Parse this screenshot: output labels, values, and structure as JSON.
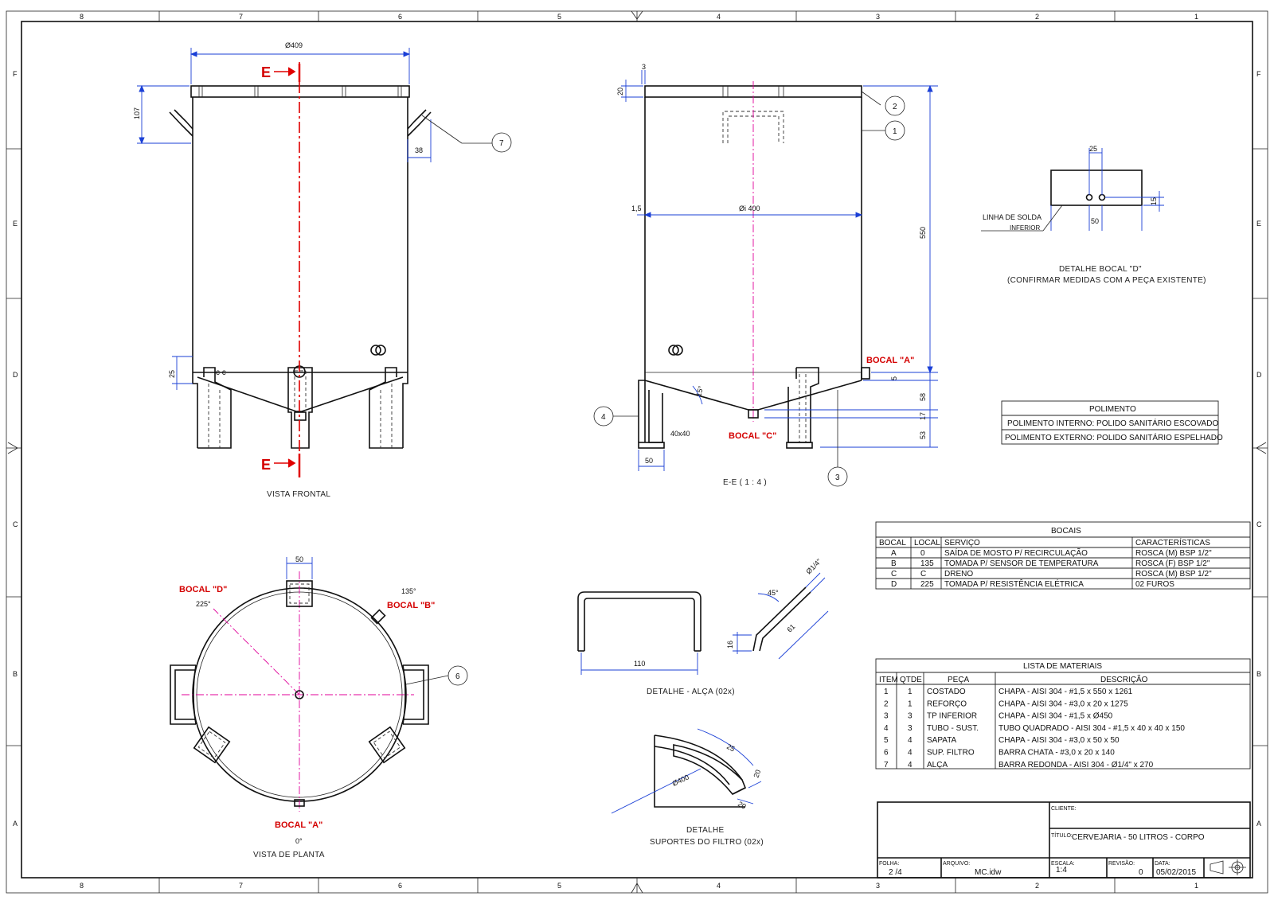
{
  "views": {
    "front": "VISTA FRONTAL",
    "section": "E-E ( 1 : 4 )",
    "plan": "VISTA DE PLANTA",
    "detail_d_title": "DETALHE BOCAL \"D\"",
    "detail_d_note": "(CONFIRMAR MEDIDAS COM A PEÇA EXISTENTE)",
    "detail_handle": "DETALHE - ALÇA (02x)",
    "detail_support_1": "DETALHE",
    "detail_support_2": "SUPORTES DO FILTRO (02x)"
  },
  "section_markers": {
    "e_top": "E",
    "e_bottom": "E"
  },
  "nozzle_labels": {
    "a": "BOCAL \"A\"",
    "b": "BOCAL \"B\"",
    "c": "BOCAL \"C\"",
    "d": "BOCAL \"D\"",
    "a_plan": "BOCAL \"A\"",
    "d_angle": "225°",
    "b_angle": "135°",
    "a_angle": "0°"
  },
  "dimensions": {
    "diameter_top": "Ø409",
    "h107": "107",
    "w38": "38",
    "h25": "25",
    "d3": "3",
    "d20": "20",
    "d15": "1,5",
    "di400": "Øi 400",
    "h550": "550",
    "h5": "5",
    "h58": "58",
    "h17": "17",
    "h53": "53",
    "angle15": "15°",
    "sq40": "40x40",
    "w50": "50",
    "plan50": "50",
    "det25": "25",
    "det50": "50",
    "det15": "15",
    "weld1": "LINHA DE SOLDA",
    "weld2": "INFERIOR",
    "handle110": "110",
    "handle16": "16",
    "handle61": "61",
    "handle45": "45°",
    "handleDia": "Ø1/4\"",
    "sup25": "25",
    "sup20a": "20",
    "sup20b": "20",
    "supR": "Ø400"
  },
  "balloons": [
    "1",
    "2",
    "3",
    "4",
    "6",
    "7"
  ],
  "border": {
    "cols": [
      "8",
      "7",
      "6",
      "5",
      "4",
      "3",
      "2",
      "1"
    ],
    "rows": [
      "F",
      "E",
      "D",
      "C",
      "B",
      "A"
    ]
  },
  "polimento": {
    "title": "POLIMENTO",
    "rows": [
      "POLIMENTO INTERNO: POLIDO SANITÁRIO ESCOVADO",
      "POLIMENTO EXTERNO: POLIDO SANITÁRIO ESPELHADO"
    ]
  },
  "bocais": {
    "title": "BOCAIS",
    "headers": [
      "BOCAL",
      "LOCAL",
      "SERVIÇO",
      "CARACTERÍSTICAS"
    ],
    "rows": [
      [
        "A",
        "0",
        "SAÍDA DE MOSTO P/ RECIRCULAÇÃO",
        "ROSCA (M) BSP 1/2\""
      ],
      [
        "B",
        "135",
        "TOMADA P/ SENSOR DE TEMPERATURA",
        "ROSCA (F) BSP 1/2\""
      ],
      [
        "C",
        "C",
        "DRENO",
        "ROSCA (M) BSP 1/2\""
      ],
      [
        "D",
        "225",
        "TOMADA P/ RESISTÊNCIA ELÉTRICA",
        "02 FUROS"
      ]
    ]
  },
  "materiais": {
    "title": "LISTA DE MATERIAIS",
    "headers": [
      "ITEM",
      "QTDE",
      "PEÇA",
      "DESCRIÇÃO"
    ],
    "rows": [
      [
        "1",
        "1",
        "COSTADO",
        "CHAPA - AISI 304 - #1,5 x 550 x 1261"
      ],
      [
        "2",
        "1",
        "REFORÇO",
        "CHAPA - AISI 304 - #3,0 x 20 x 1275"
      ],
      [
        "3",
        "3",
        "TP INFERIOR",
        "CHAPA - AISI 304 - #1,5 x Ø450"
      ],
      [
        "4",
        "3",
        "TUBO - SUST.",
        "TUBO QUADRADO - AISI 304 - #1,5 x 40 x 40 x 150"
      ],
      [
        "5",
        "4",
        "SAPATA",
        "CHAPA - AISI 304 - #3,0 x 50 x 50"
      ],
      [
        "6",
        "4",
        "SUP. FILTRO",
        "BARRA CHATA - #3,0 x 20 x 140"
      ],
      [
        "7",
        "4",
        "ALÇA",
        "BARRA REDONDA - AISI 304 - Ø1/4\" x 270"
      ]
    ]
  },
  "titleblock": {
    "client_label": "CLIENTE:",
    "title_label": "TÍTULO:",
    "title": "CERVEJARIA - 50 LITROS - CORPO",
    "sheet_label": "FOLHA:",
    "sheet": "2 /4",
    "file_label": "ARQUIVO:",
    "file": "MC.idw",
    "scale_label": "ESCALA:",
    "scale": "1:4",
    "rev_label": "REVISÃO:",
    "rev": "0",
    "date_label": "DATA:",
    "date": "05/02/2015"
  },
  "colors": {
    "outline": "#111111",
    "dimension": "#1a3fd6",
    "section": "#e00000",
    "centerline": "#e0009a"
  }
}
